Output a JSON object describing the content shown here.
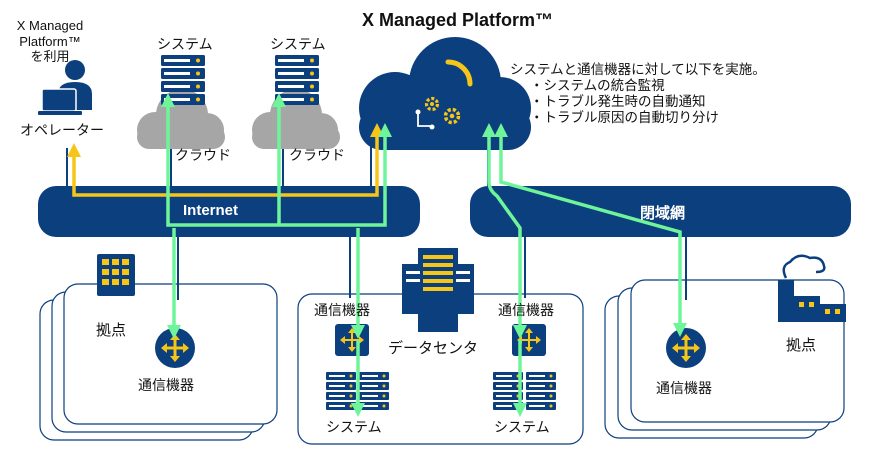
{
  "title": "X Managed Platform™",
  "operator": {
    "lines": [
      "X Managed",
      "Platform™",
      "を利用"
    ],
    "label": "オペレーター"
  },
  "cloud_left": {
    "system_label": "システム",
    "cloud_label": "クラウド"
  },
  "cloud_right": {
    "system_label": "システム",
    "cloud_label": "クラウド"
  },
  "description": {
    "heading": "システムと通信機器に対して以下を実施。",
    "items": [
      "・システムの統合監視",
      "・トラブル発生時の自動通知",
      "・トラブル原因の自動切り分け"
    ]
  },
  "networks": {
    "internet": "Internet",
    "closed": "閉域網"
  },
  "site_left": {
    "label": "拠点",
    "device_label": "通信機器"
  },
  "datacenter": {
    "label": "データセンタ",
    "device_left": "通信機器",
    "device_right": "通信機器",
    "system_left": "システム",
    "system_right": "システム"
  },
  "site_right": {
    "label": "拠点",
    "device_label": "通信機器"
  },
  "colors": {
    "navy": "#0c3f7e",
    "cloud_gray": "#a6a6a6",
    "yellow": "#f5c518",
    "green": "#6ef59a",
    "line_navy": "#0c3f7e"
  }
}
